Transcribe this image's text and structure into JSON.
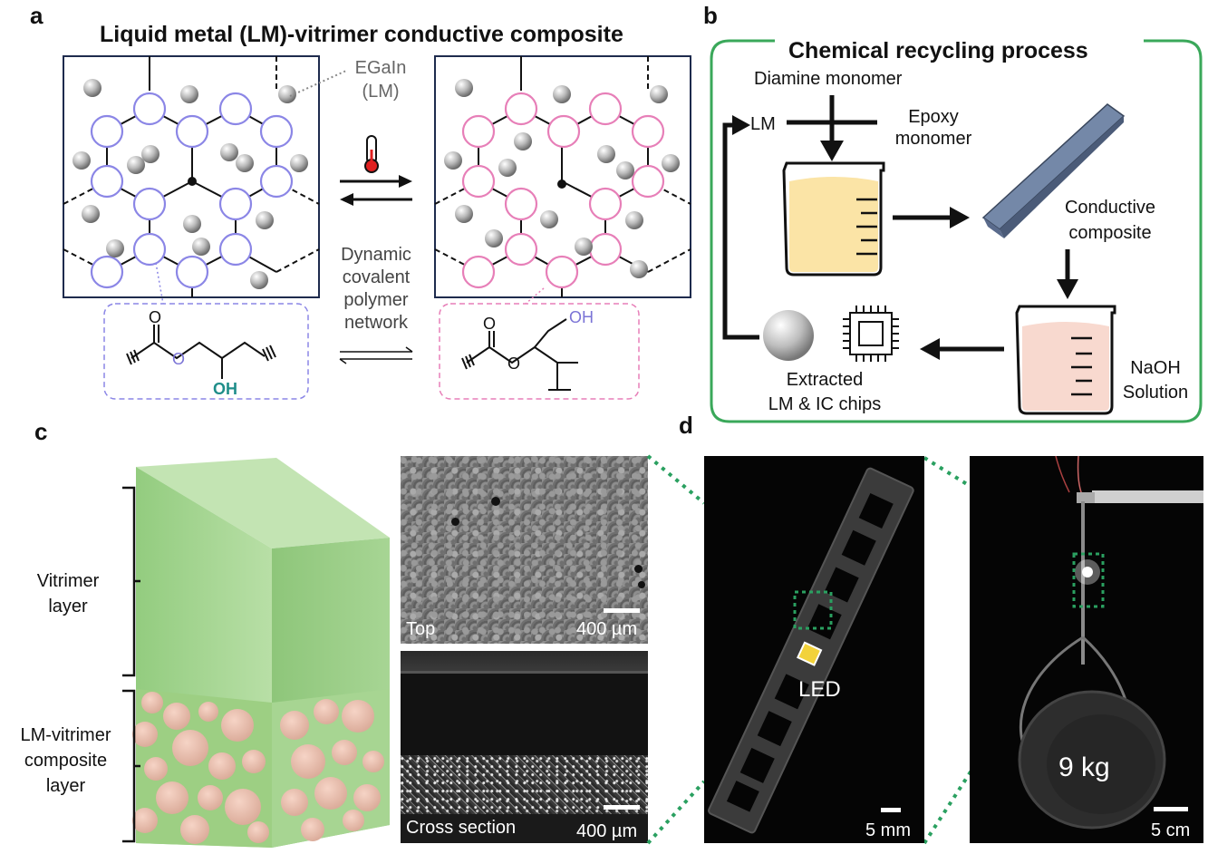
{
  "panel_a": {
    "letter": "a",
    "title": "Liquid metal (LM)-vitrimer conductive composite",
    "egain_label": "EGaIn",
    "lm_label": "(LM)",
    "dynamic_label": [
      "Dynamic",
      "covalent",
      "polymer",
      "network"
    ],
    "oh_label": "OH",
    "o_label": "O"
  },
  "panel_b": {
    "letter": "b",
    "title": "Chemical recycling process",
    "diamine": "Diamine monomer",
    "lm": "LM",
    "epoxy_line1": "Epoxy",
    "epoxy_line2": "monomer",
    "conductive_line1": "Conductive",
    "conductive_line2": "composite",
    "naoh_line1": "NaOH",
    "naoh_line2": "Solution",
    "extracted_line1": "Extracted",
    "extracted_line2": "LM & IC chips"
  },
  "panel_c": {
    "letter": "c",
    "vitrimer_line1": "Vitrimer",
    "vitrimer_line2": "layer",
    "composite_line1": "LM-vitrimer",
    "composite_line2": "composite",
    "composite_line3": "layer",
    "top_label": "Top",
    "cross_label": "Cross section",
    "scale1": "400 µm",
    "scale2": "400 µm"
  },
  "panel_d": {
    "letter": "d",
    "led_label": "LED",
    "weight_label": "9 kg",
    "scale1": "5 mm",
    "scale2": "5 cm"
  },
  "colors": {
    "blue_ring": "#8b86e6",
    "pink_ring": "#e77fb8",
    "green_frame": "#3aa85a",
    "navy_frame": "#1e2b4d",
    "teal_oh": "#1f8e8a",
    "purple_o": "#7b74d6"
  }
}
